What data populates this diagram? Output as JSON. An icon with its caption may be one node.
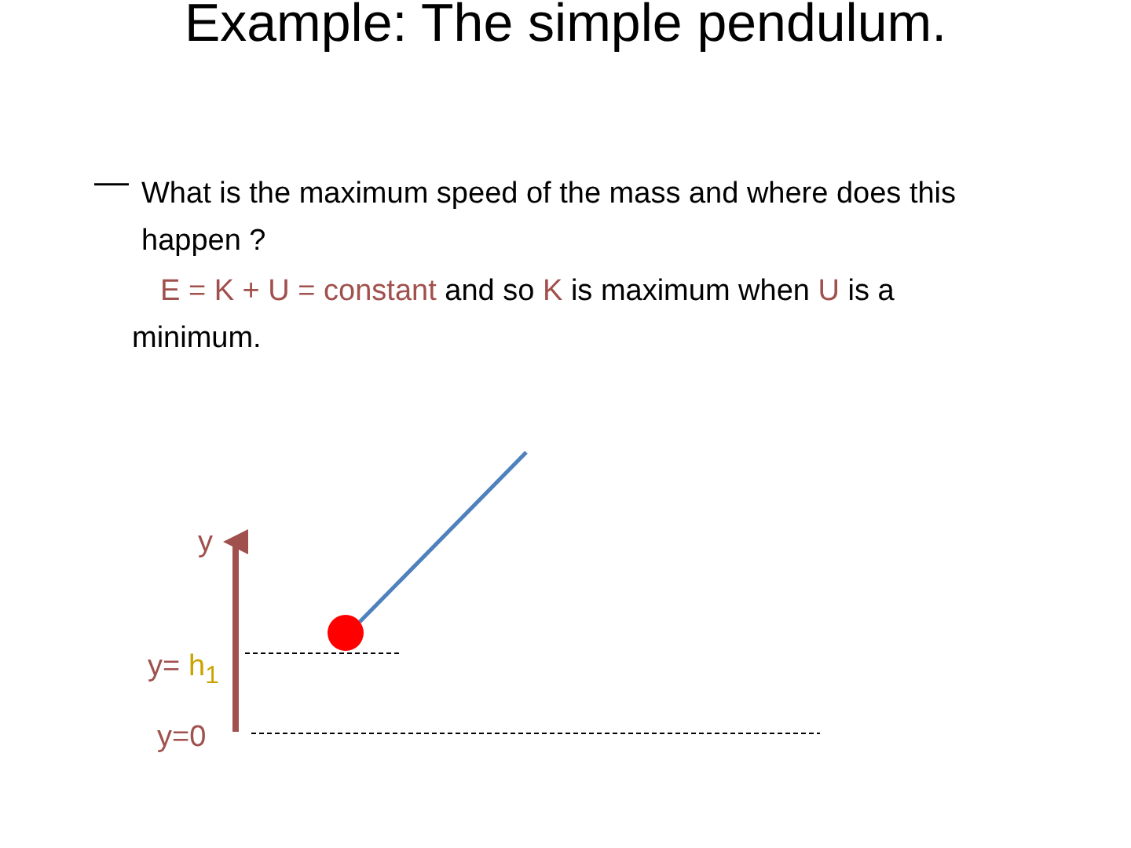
{
  "diagram": {
    "title": "Example: The simple pendulum.",
    "labels": [
      "—",
      "What is the maximum speed of the mass and where does this happen ?",
      "E = K + U = constant",
      "and so",
      "K",
      "is maximum when",
      "U",
      "is a minimum.",
      "y",
      "y=",
      "h$_{1}$",
      "y=0"
    ]
  }
}
